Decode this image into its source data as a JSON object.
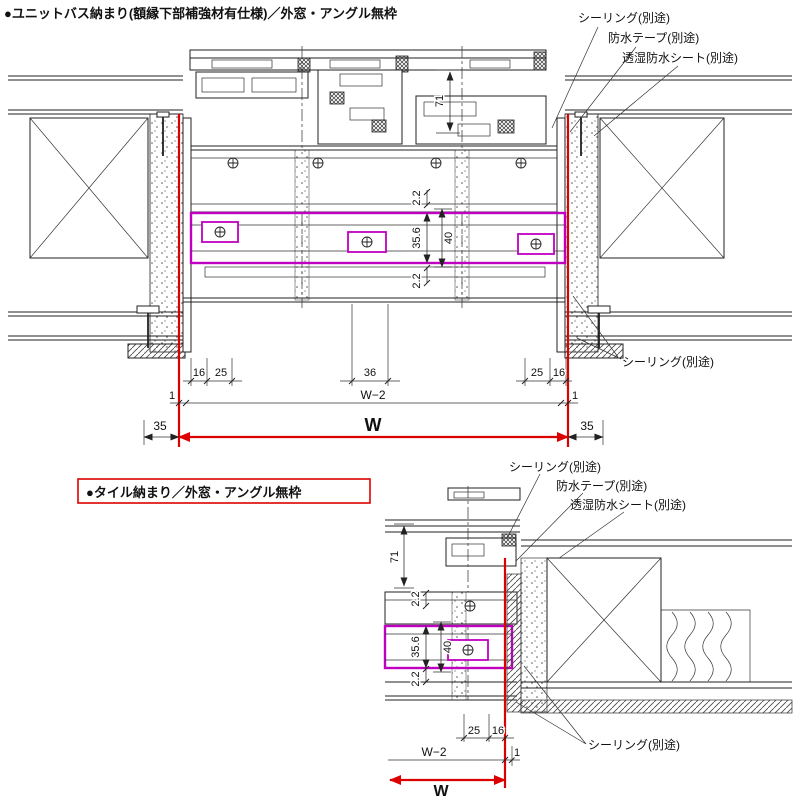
{
  "titles": {
    "top": "●ユニットバス納まり(額縁下部補強材有仕様)／外窓・アングル無枠",
    "bottom": "●タイル納まり／外窓・アングル無枠"
  },
  "annotations": {
    "sealing": "シーリング(別途)",
    "tape": "防水テープ(別途)",
    "sheet": "透湿防水シート(別途)"
  },
  "colors": {
    "red": "#dd0000",
    "magenta": "#c000c0",
    "ink": "#222222"
  },
  "top_dims": {
    "h71": "71",
    "t22_upper": "2.2",
    "t356": "35.6",
    "t40": "40",
    "t22_lower": "2.2",
    "w16_left": "16",
    "w25_left": "25",
    "w36": "36",
    "w25_right": "25",
    "w16_right": "16",
    "w1_left": "1",
    "wm2": "W−2",
    "w1_right": "1",
    "w35_left": "35",
    "W": "W",
    "w35_right": "35"
  },
  "bottom_dims": {
    "h71": "71",
    "t22_upper": "2.2",
    "t356": "35.6",
    "t40": "40",
    "t22_lower": "2.2",
    "w25": "25",
    "w16": "16",
    "wm2": "W−2",
    "w1": "1",
    "W": "W"
  }
}
